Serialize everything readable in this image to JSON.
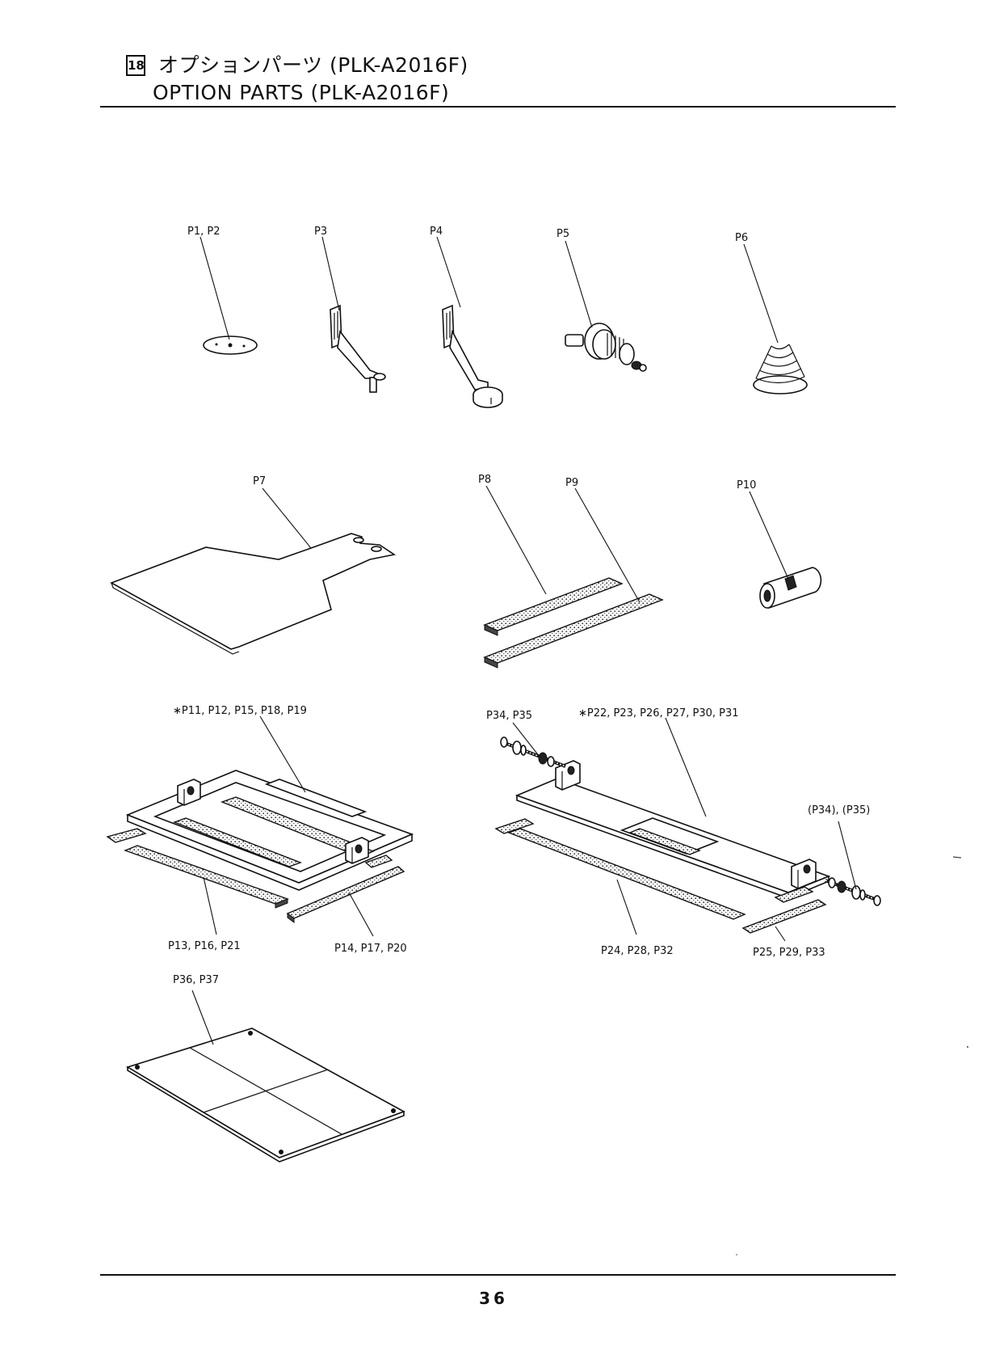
{
  "header": {
    "section_number": "18",
    "title_jp": "オプションパーツ (PLK-A2016F)",
    "title_en": "OPTION PARTS (PLK-A2016F)"
  },
  "callouts": {
    "p1_p2": "P1, P2",
    "p3": "P3",
    "p4": "P4",
    "p5": "P5",
    "p6": "P6",
    "p7": "P7",
    "p8": "P8",
    "p9": "P9",
    "p10": "P10",
    "p11_group": "∗P11, P12, P15, P18, P19",
    "p13_group": "P13, P16, P21",
    "p14_group": "P14, P17, P20",
    "p34_p35": "P34, P35",
    "p22_group": "∗P22, P23, P26, P27, P30, P31",
    "p34_p35_paren": "(P34), (P35)",
    "p24_group": "P24, P28, P32",
    "p25_group": "P25, P29, P33",
    "p36_p37": "P36, P37"
  },
  "footer": {
    "page_number": "36"
  }
}
